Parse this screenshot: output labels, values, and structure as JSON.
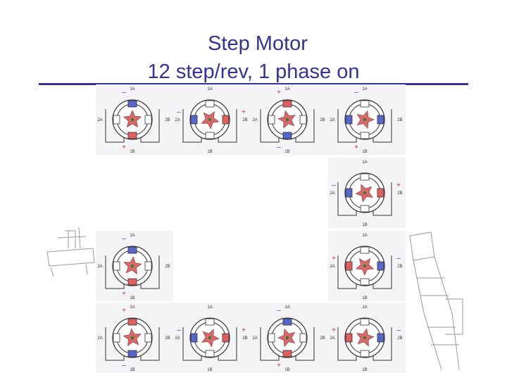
{
  "slide": {
    "title_line1": "Step Motor",
    "title_line2": "12 step/rev, 1 phase on"
  },
  "colors": {
    "title": "#33339a",
    "pole_red": "#e06060",
    "pole_blue": "#5566cc",
    "rotor": "#d96a6a",
    "wire": "#333333"
  },
  "panels": [
    {
      "id": 1,
      "energized": "1A",
      "plus": "bottom",
      "minus": "top"
    },
    {
      "id": 2,
      "energized": "2B",
      "plus": "right",
      "minus": "left"
    },
    {
      "id": 3,
      "energized": "1A",
      "plus": "top",
      "minus": "bottom"
    },
    {
      "id": 4,
      "energized": "2B",
      "plus": "bottom",
      "minus": "top"
    },
    {
      "id": 5,
      "energized": "2B",
      "plus": "right",
      "minus": "left"
    },
    {
      "id": 6,
      "energized": "1A",
      "plus": "bottom",
      "minus": "top"
    },
    {
      "id": 7,
      "energized": "2B",
      "plus": "left",
      "minus": "right"
    },
    {
      "id": 8,
      "energized": "1A",
      "plus": "top",
      "minus": "bottom"
    },
    {
      "id": 9,
      "energized": "2B",
      "plus": "right",
      "minus": "left"
    },
    {
      "id": 10,
      "energized": "1A",
      "plus": "bottom",
      "minus": "top"
    },
    {
      "id": 11,
      "energized": "2B",
      "plus": "left",
      "minus": "right"
    },
    {
      "id": 12,
      "energized": "1A",
      "plus": "top",
      "minus": "bottom"
    }
  ],
  "labels": {
    "a1": "1A",
    "b1": "1B",
    "a2": "2A",
    "b2": "2B",
    "plus": "+",
    "minus": "–"
  }
}
